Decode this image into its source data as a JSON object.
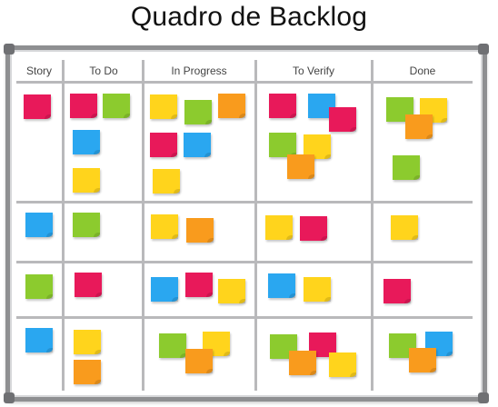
{
  "title": "Quadro de Backlog",
  "columns": [
    "Story",
    "To Do",
    "In Progress",
    "To Verify",
    "Done"
  ],
  "colors": {
    "red": "#e8195a",
    "blue": "#2aa7f0",
    "green": "#8ccb2e",
    "yellow": "#ffd41c",
    "orange": "#f99b1d",
    "frame": "#8e8f91",
    "grid": "#b9b9bb"
  },
  "notes": [
    {
      "column": "Story",
      "row": 1,
      "color": "red"
    },
    {
      "column": "To Do",
      "row": 1,
      "color": "red"
    },
    {
      "column": "To Do",
      "row": 1,
      "color": "green"
    },
    {
      "column": "To Do",
      "row": 1,
      "color": "blue"
    },
    {
      "column": "To Do",
      "row": 1,
      "color": "yellow"
    },
    {
      "column": "In Progress",
      "row": 1,
      "color": "yellow"
    },
    {
      "column": "In Progress",
      "row": 1,
      "color": "green"
    },
    {
      "column": "In Progress",
      "row": 1,
      "color": "orange"
    },
    {
      "column": "In Progress",
      "row": 1,
      "color": "red"
    },
    {
      "column": "In Progress",
      "row": 1,
      "color": "blue"
    },
    {
      "column": "In Progress",
      "row": 1,
      "color": "yellow"
    },
    {
      "column": "To Verify",
      "row": 1,
      "color": "red"
    },
    {
      "column": "To Verify",
      "row": 1,
      "color": "blue"
    },
    {
      "column": "To Verify",
      "row": 1,
      "color": "red"
    },
    {
      "column": "To Verify",
      "row": 1,
      "color": "green"
    },
    {
      "column": "To Verify",
      "row": 1,
      "color": "yellow"
    },
    {
      "column": "To Verify",
      "row": 1,
      "color": "orange"
    },
    {
      "column": "Done",
      "row": 1,
      "color": "green"
    },
    {
      "column": "Done",
      "row": 1,
      "color": "yellow"
    },
    {
      "column": "Done",
      "row": 1,
      "color": "orange"
    },
    {
      "column": "Done",
      "row": 1,
      "color": "green"
    },
    {
      "column": "Story",
      "row": 2,
      "color": "blue"
    },
    {
      "column": "To Do",
      "row": 2,
      "color": "green"
    },
    {
      "column": "In Progress",
      "row": 2,
      "color": "yellow"
    },
    {
      "column": "In Progress",
      "row": 2,
      "color": "orange"
    },
    {
      "column": "To Verify",
      "row": 2,
      "color": "yellow"
    },
    {
      "column": "To Verify",
      "row": 2,
      "color": "red"
    },
    {
      "column": "Done",
      "row": 2,
      "color": "yellow"
    },
    {
      "column": "Story",
      "row": 3,
      "color": "green"
    },
    {
      "column": "To Do",
      "row": 3,
      "color": "red"
    },
    {
      "column": "In Progress",
      "row": 3,
      "color": "blue"
    },
    {
      "column": "In Progress",
      "row": 3,
      "color": "red"
    },
    {
      "column": "In Progress",
      "row": 3,
      "color": "yellow"
    },
    {
      "column": "To Verify",
      "row": 3,
      "color": "blue"
    },
    {
      "column": "To Verify",
      "row": 3,
      "color": "yellow"
    },
    {
      "column": "Done",
      "row": 3,
      "color": "red"
    },
    {
      "column": "Story",
      "row": 4,
      "color": "blue"
    },
    {
      "column": "To Do",
      "row": 4,
      "color": "yellow"
    },
    {
      "column": "To Do",
      "row": 4,
      "color": "orange"
    },
    {
      "column": "In Progress",
      "row": 4,
      "color": "green"
    },
    {
      "column": "In Progress",
      "row": 4,
      "color": "yellow"
    },
    {
      "column": "In Progress",
      "row": 4,
      "color": "orange"
    },
    {
      "column": "To Verify",
      "row": 4,
      "color": "green"
    },
    {
      "column": "To Verify",
      "row": 4,
      "color": "red"
    },
    {
      "column": "To Verify",
      "row": 4,
      "color": "orange"
    },
    {
      "column": "To Verify",
      "row": 4,
      "color": "yellow"
    },
    {
      "column": "Done",
      "row": 4,
      "color": "green"
    },
    {
      "column": "Done",
      "row": 4,
      "color": "blue"
    },
    {
      "column": "Done",
      "row": 4,
      "color": "orange"
    }
  ]
}
